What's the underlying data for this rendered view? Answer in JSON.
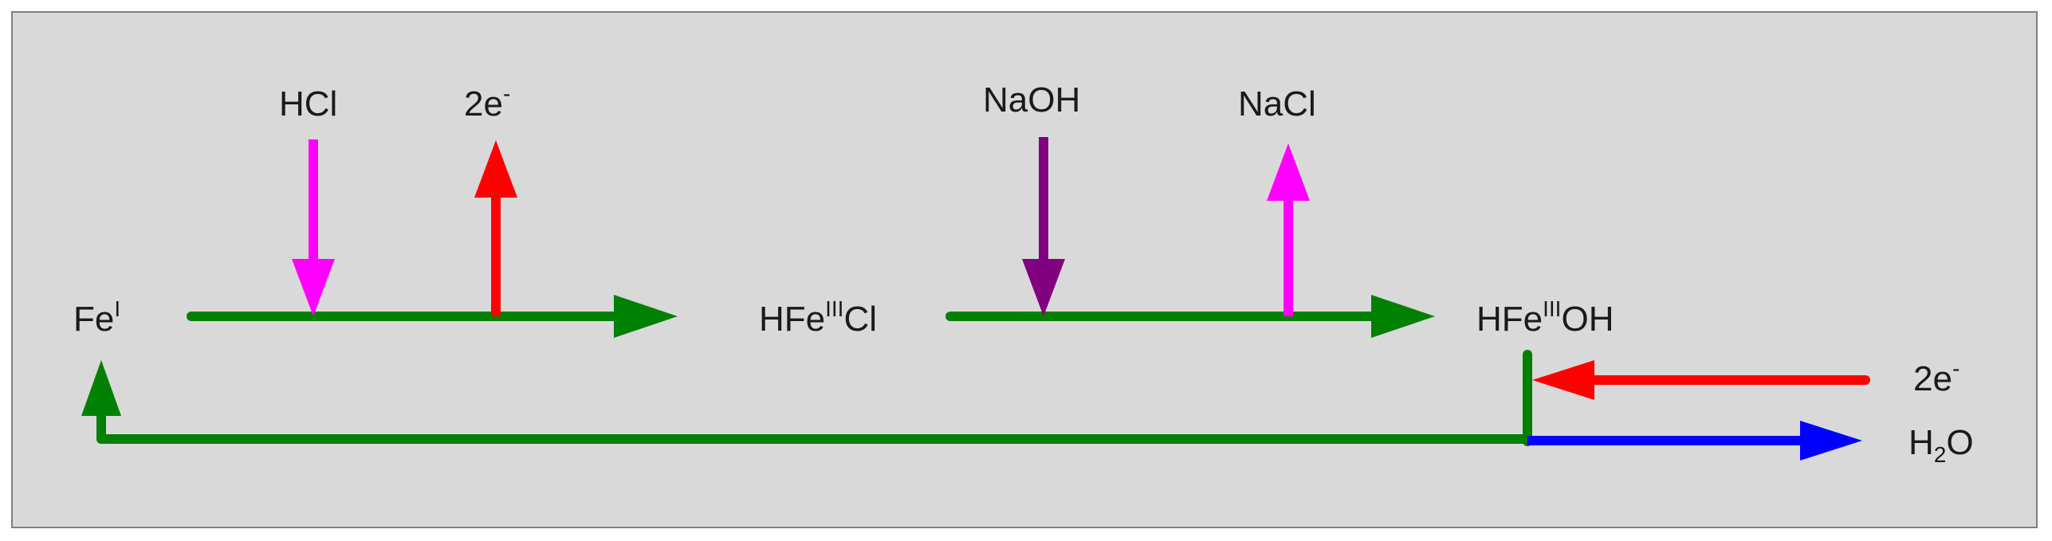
{
  "labels": {
    "fe1": {
      "base": "Fe",
      "sup": "I"
    },
    "hfe3cl": {
      "pre": "HFe",
      "sup": "III",
      "post": "Cl"
    },
    "hfe3oh": {
      "pre": "HFe",
      "sup": "III",
      "post": "OH"
    },
    "hcl": "HCl",
    "electrons_top": {
      "base": "2e",
      "sup": "-"
    },
    "naoh": "NaOH",
    "nacl": "NaCl",
    "electrons_right": {
      "base": "2e",
      "sup": "-"
    },
    "water": {
      "pre": "H",
      "sub": "2",
      "post": "O"
    }
  },
  "colors": {
    "cycle": "#008000",
    "electron": "#ff0000",
    "hcl": "#ff00ff",
    "naoh": "#800080",
    "nacl": "#ff00ff",
    "water": "#0000ff",
    "background": "#d9d9d9",
    "border": "#808080"
  }
}
